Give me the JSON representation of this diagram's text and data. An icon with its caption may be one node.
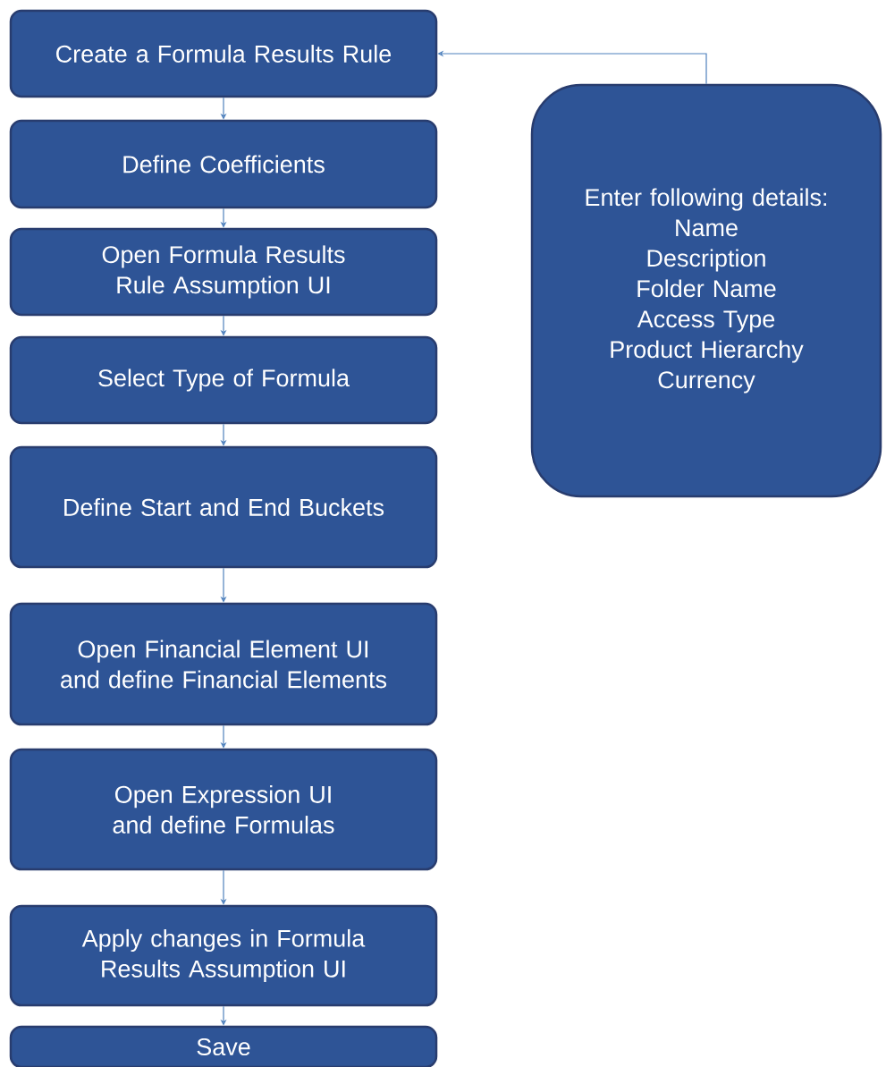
{
  "diagram": {
    "nodes": [
      {
        "text": [
          "Create a Formula Results Rule"
        ]
      },
      {
        "text": [
          "Define Coefficients"
        ]
      },
      {
        "text": [
          "Open Formula Results Rule Assumption UI"
        ]
      },
      {
        "text": [
          "Select Type of Formula"
        ]
      },
      {
        "text": [
          "Define Start and End Buckets"
        ]
      },
      {
        "text": [
          "Open Financial Element UI and define Financial Elements"
        ]
      },
      {
        "text": [
          "Open Expression UI and define Formulas"
        ]
      },
      {
        "text": [
          "Apply changes in Formula Results Assumption UI"
        ]
      },
      {
        "text": [
          "Save"
        ]
      },
      {
        "text": [
          "Enter following details:",
          "Name",
          "Description",
          "Folder Name",
          "Access Type",
          "Product Hierarchy",
          "Currency"
        ]
      }
    ],
    "edges": [
      {
        "from": 0,
        "to": 1,
        "arrow": "to"
      },
      {
        "from": 1,
        "to": 2,
        "arrow": "to"
      },
      {
        "from": 2,
        "to": 3,
        "arrow": "to"
      },
      {
        "from": 3,
        "to": 4,
        "arrow": "to"
      },
      {
        "from": 4,
        "to": 5,
        "arrow": "to"
      },
      {
        "from": 5,
        "to": 6,
        "arrow": "to"
      },
      {
        "from": 6,
        "to": 7,
        "arrow": "to"
      },
      {
        "from": 7,
        "to": 8,
        "arrow": "to"
      },
      {
        "from": 9,
        "to": 0,
        "arrow": "to"
      }
    ]
  }
}
